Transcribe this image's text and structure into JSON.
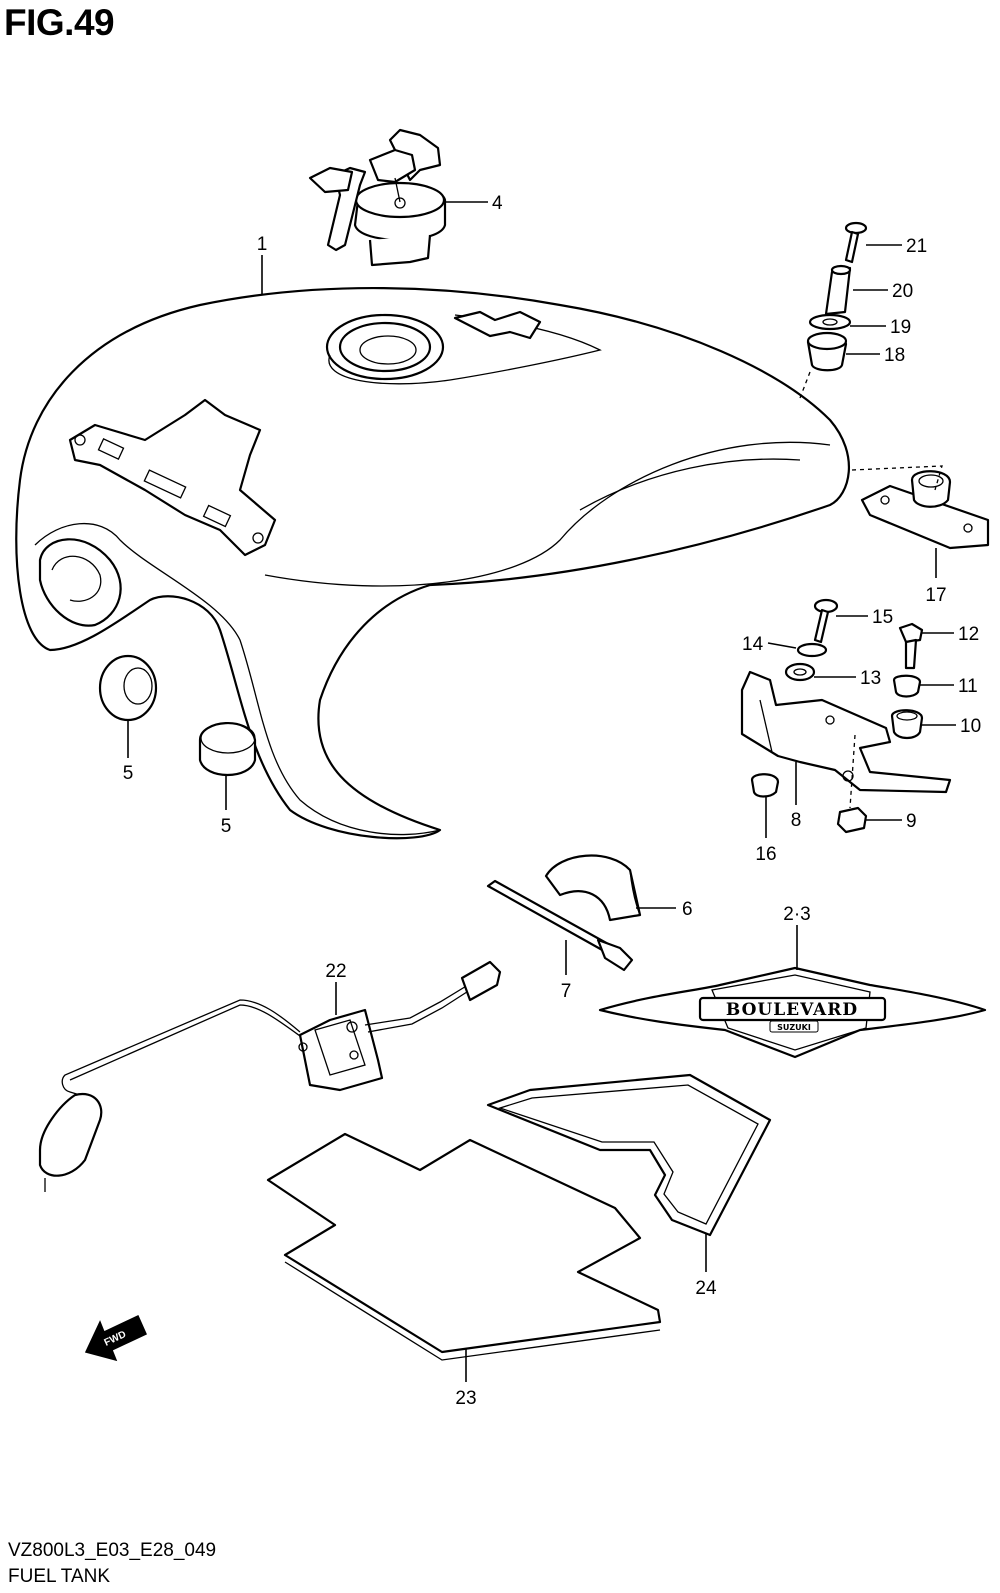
{
  "figure": {
    "title": "FIG.49",
    "code": "VZ800L3_E03_E28_049",
    "caption": "FUEL TANK"
  },
  "emblem_text": {
    "brand": "BOULEVARD",
    "maker": "SUZUKI"
  },
  "fwd_text": "FWD",
  "callouts": [
    {
      "id": "1",
      "label": "1"
    },
    {
      "id": "2-3",
      "label": "2·3"
    },
    {
      "id": "4",
      "label": "4"
    },
    {
      "id": "5a",
      "label": "5"
    },
    {
      "id": "5b",
      "label": "5"
    },
    {
      "id": "6",
      "label": "6"
    },
    {
      "id": "7",
      "label": "7"
    },
    {
      "id": "8",
      "label": "8"
    },
    {
      "id": "9",
      "label": "9"
    },
    {
      "id": "10",
      "label": "10"
    },
    {
      "id": "11",
      "label": "11"
    },
    {
      "id": "12",
      "label": "12"
    },
    {
      "id": "13",
      "label": "13"
    },
    {
      "id": "14",
      "label": "14"
    },
    {
      "id": "15",
      "label": "15"
    },
    {
      "id": "16",
      "label": "16"
    },
    {
      "id": "17",
      "label": "17"
    },
    {
      "id": "18",
      "label": "18"
    },
    {
      "id": "19",
      "label": "19"
    },
    {
      "id": "20",
      "label": "20"
    },
    {
      "id": "21",
      "label": "21"
    },
    {
      "id": "22",
      "label": "22"
    },
    {
      "id": "23",
      "label": "23"
    },
    {
      "id": "24",
      "label": "24"
    }
  ]
}
